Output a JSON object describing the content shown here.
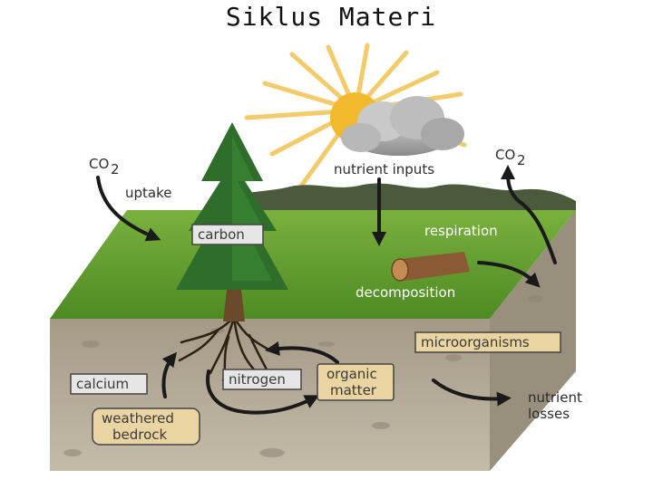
{
  "title": "Siklus  Materi",
  "labels": {
    "co2_left": "CO",
    "co2_left_sub": "2",
    "uptake": "uptake",
    "nutrient_inputs": "nutrient inputs",
    "co2_right": "CO",
    "co2_right_sub": "2",
    "carbon": "carbon",
    "respiration": "respiration",
    "decomposition": "decomposition",
    "microorganisms": "microorganisms",
    "calcium": "calcium",
    "nitrogen": "nitrogen",
    "organic_line1": "organic",
    "organic_line2": "matter",
    "nutrient_losses_line1": "nutrient",
    "nutrient_losses_line2": "losses",
    "weathered_line1": "weathered",
    "weathered_line2": "bedrock"
  },
  "colors": {
    "grass": "#5f9a2c",
    "soil_front": "#b3aa98",
    "soil_side": "#9c9482",
    "sun": "#f2b92c",
    "cloud": "#9b9b9b",
    "tree": "#2f6e2a",
    "label_box_light": "#e6e6e6",
    "label_box_tan": "#ead5a2"
  },
  "icons": [
    "sun-icon",
    "cloud-icon",
    "tree-icon",
    "log-icon"
  ]
}
